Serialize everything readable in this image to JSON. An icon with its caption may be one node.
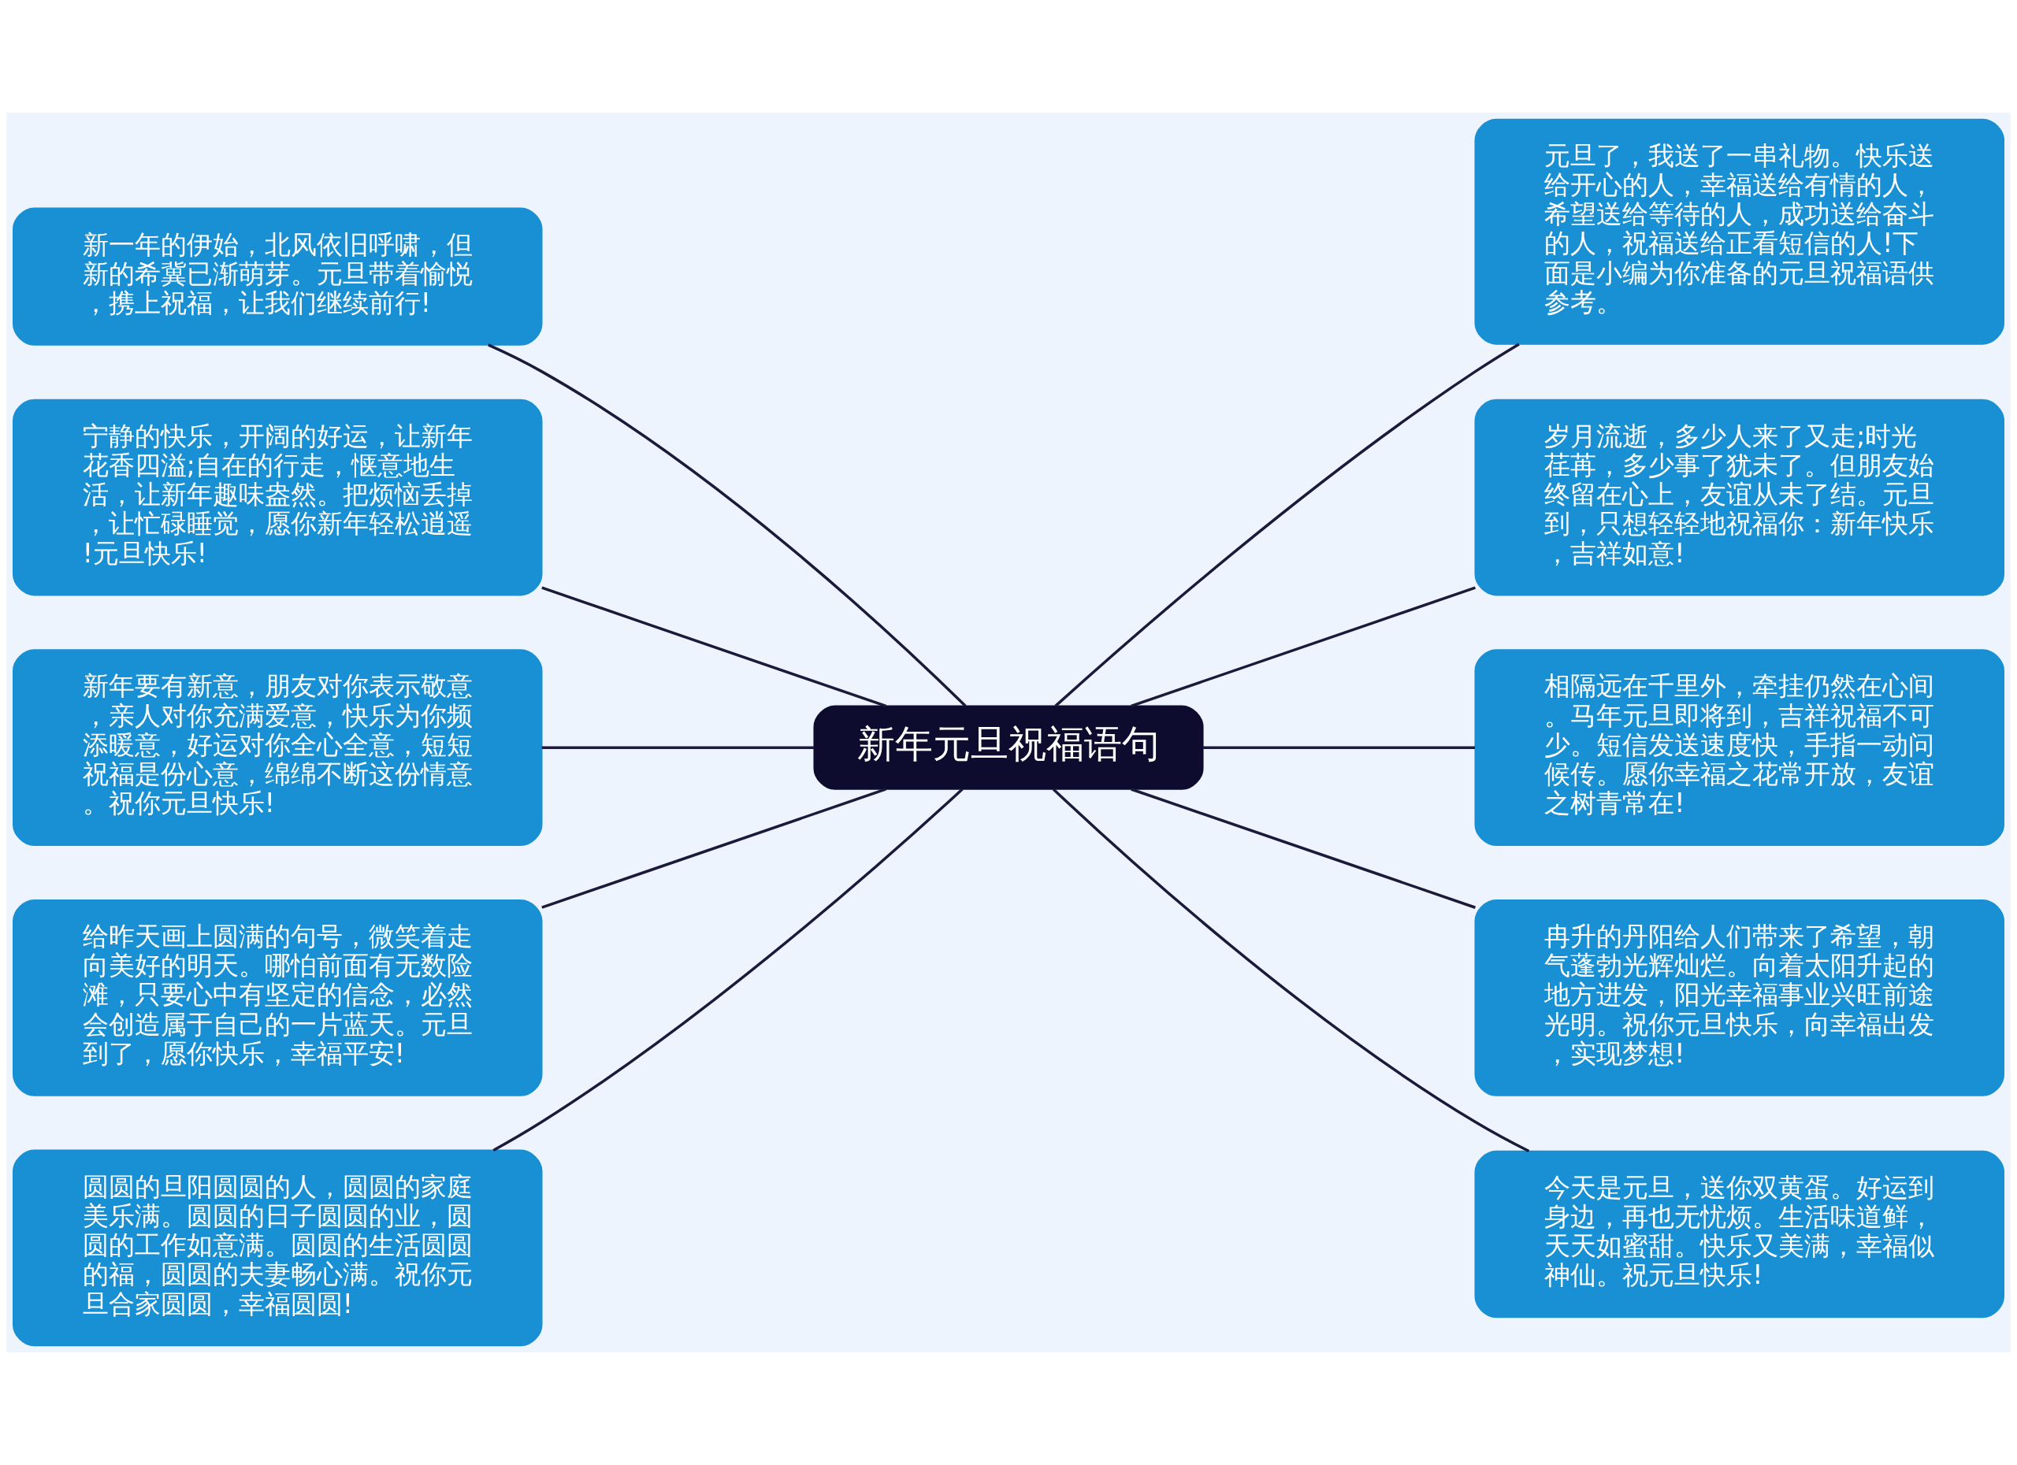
{
  "diagram": {
    "nodes": [
      {
        "text": [
          "新年元旦祝福语句"
        ]
      },
      {
        "text": [
          "新一年的伊始，北风依旧呼啸，但新的希冀已渐萌芽。元旦带着愉悦，携上祝福，让我们继续前行!"
        ]
      },
      {
        "text": [
          "宁静的快乐，开阔的好运，让新年花香四溢;自在的行走，惬意地生活，让新年趣味盎然。把烦恼丢掉，让忙碌睡觉，愿你新年轻松逍遥!元旦快乐!"
        ]
      },
      {
        "text": [
          "新年要有新意，朋友对你表示敬意，亲人对你充满爱意，快乐为你频添暖意，好运对你全心全意，短短祝福是份心意，绵绵不断这份情意。祝你元旦快乐!"
        ]
      },
      {
        "text": [
          "给昨天画上圆满的句号，微笑着走向美好的明天。哪怕前面有无数险滩，只要心中有坚定的信念，必然会创造属于自己的一片蓝天。元旦到了，愿你快乐，幸福平安!"
        ]
      },
      {
        "text": [
          "圆圆的旦阳圆圆的人，圆圆的家庭美乐满。圆圆的日子圆圆的业，圆圆的工作如意满。圆圆的生活圆圆的福，圆圆的夫妻畅心满。祝你元旦合家圆圆，幸福圆圆!"
        ]
      },
      {
        "text": [
          "元旦了，我送了一串礼物。快乐送给开心的人，幸福送给有情的人，希望送给等待的人，成功送给奋斗的人，祝福送给正看短信的人!下面是小编为你准备的元旦祝福语供参考。"
        ]
      },
      {
        "text": [
          "岁月流逝，多少人来了又走;时光荏苒，多少事了犹未了。但朋友始终留在心上，友谊从未了结。元旦到，只想轻轻地祝福你：新年快乐，吉祥如意!"
        ]
      },
      {
        "text": [
          "相隔远在千里外，牵挂仍然在心间。马年元旦即将到，吉祥祝福不可少。短信发送速度快，手指一动问候传。愿你幸福之花常开放，友谊之树青常在!"
        ]
      },
      {
        "text": [
          "冉升的丹阳给人们带来了希望，朝气蓬勃光辉灿烂。向着太阳升起的地方进发，阳光幸福事业兴旺前途光明。祝你元旦快乐，向幸福出发，实现梦想!"
        ]
      },
      {
        "text": [
          "今天是元旦，送你双黄蛋。好运到身边，再也无忧烦。生活味道鲜，天天如蜜甜。快乐又美满，幸福似神仙。祝元旦快乐!"
        ]
      }
    ],
    "edges": [
      {
        "from": 1,
        "to": 0,
        "arrow": "none"
      },
      {
        "from": 2,
        "to": 0,
        "arrow": "none"
      },
      {
        "from": 3,
        "to": 0,
        "arrow": "none"
      },
      {
        "from": 4,
        "to": 0,
        "arrow": "none"
      },
      {
        "from": 5,
        "to": 0,
        "arrow": "none"
      },
      {
        "from": 0,
        "to": 6,
        "arrow": "none"
      },
      {
        "from": 0,
        "to": 7,
        "arrow": "none"
      },
      {
        "from": 0,
        "to": 8,
        "arrow": "none"
      },
      {
        "from": 0,
        "to": 9,
        "arrow": "none"
      },
      {
        "from": 0,
        "to": 10,
        "arrow": "none"
      }
    ]
  }
}
